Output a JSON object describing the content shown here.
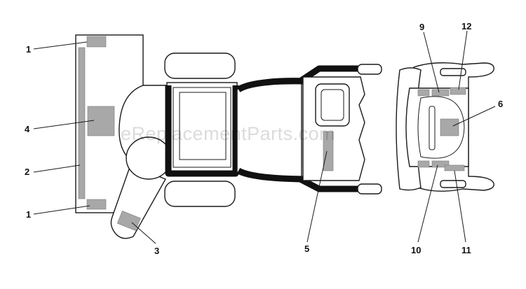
{
  "watermark": "eReplacementParts.com",
  "callouts": {
    "c1_top": "1",
    "c4": "4",
    "c2": "2",
    "c1_bottom": "1",
    "c3": "3",
    "c5": "5",
    "c9": "9",
    "c12": "12",
    "c6": "6",
    "c10": "10",
    "c11": "11"
  }
}
